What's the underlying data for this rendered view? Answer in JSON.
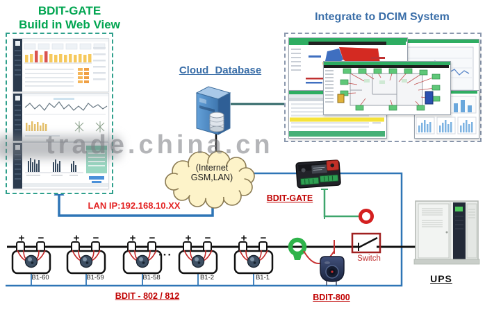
{
  "header": {
    "webview_title_line1": "BDIT-GATE",
    "webview_title_line2": "Build in Web View",
    "dcim_title": "Integrate to DCIM System",
    "cloud_db_title": "Cloud Database"
  },
  "watermark": {
    "text": "trade.china.cn"
  },
  "cloud": {
    "line1": "(Internet",
    "line2": "GSM,LAN)"
  },
  "labels": {
    "lan_ip": "LAN IP:192.168.10.XX",
    "bdit_gate": "BDIT-GATE",
    "bdit_802": "BDIT - 802 / 812",
    "bdit_800": "BDIT-800",
    "switch": "Switch",
    "ups": "UPS",
    "ellipsis": "···",
    "plus": "+",
    "minus": "−"
  },
  "batteries": [
    {
      "label": "B1-60"
    },
    {
      "label": "B1-59"
    },
    {
      "label": "B1-58"
    },
    {
      "label": "B1-2"
    },
    {
      "label": "B1-1"
    }
  ],
  "colors": {
    "green_title": "#00a550",
    "blue_title": "#3a6ea8",
    "red_label": "#c00000",
    "lan_ip_red": "#e32222",
    "line_blue": "#2e75b6",
    "line_teal": "#2f6666",
    "line_green": "#3da56b",
    "bus_black": "#111111",
    "cloud_fill": "#fdf3c9",
    "cloud_stroke": "#8a7a52",
    "webview_box_border": "#2fa08c",
    "dcim_box_border": "#8a97ad",
    "window_titlebar_green": "#2ead62"
  }
}
